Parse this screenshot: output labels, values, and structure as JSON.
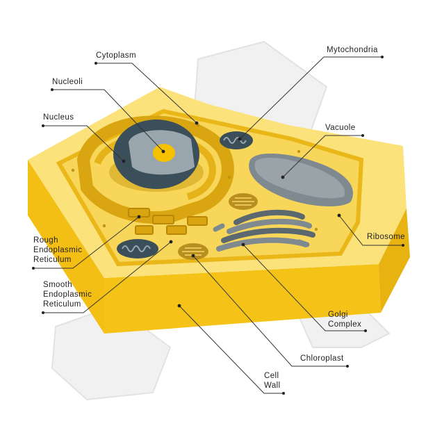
{
  "labels": {
    "cytoplasm": "Cytoplasm",
    "mitochondria": "Mytochondria",
    "nucleoli": "Nucleoli",
    "nucleus": "Nucleus",
    "vacuole": "Vacuole",
    "rough_er": "Rough\nEndoplasmic\nReticulum",
    "ribosome": "Ribosome",
    "smooth_er": "Smooth\nEndoplasmic\nReticulum",
    "golgi": "Golgi\nComplex",
    "chloroplast": "Chloroplast",
    "cell_wall": "Cell\nWall"
  },
  "colors": {
    "wall_yellow": "#f6c71a",
    "wall_light": "#fbe27a",
    "wall_dark": "#e0ad0c",
    "cytoplasm": "#f7d65a",
    "nucleus_dark": "#3a4f59",
    "nucleus_gray": "#9aa6ad",
    "nucleolus": "#f6c200",
    "vacuole": "#7f8a90",
    "leader_line": "#333333"
  },
  "icons": {
    "mitochondria": "mitochondrion-icon",
    "chloroplast": "chloroplast-icon",
    "golgi": "golgi-icon"
  }
}
